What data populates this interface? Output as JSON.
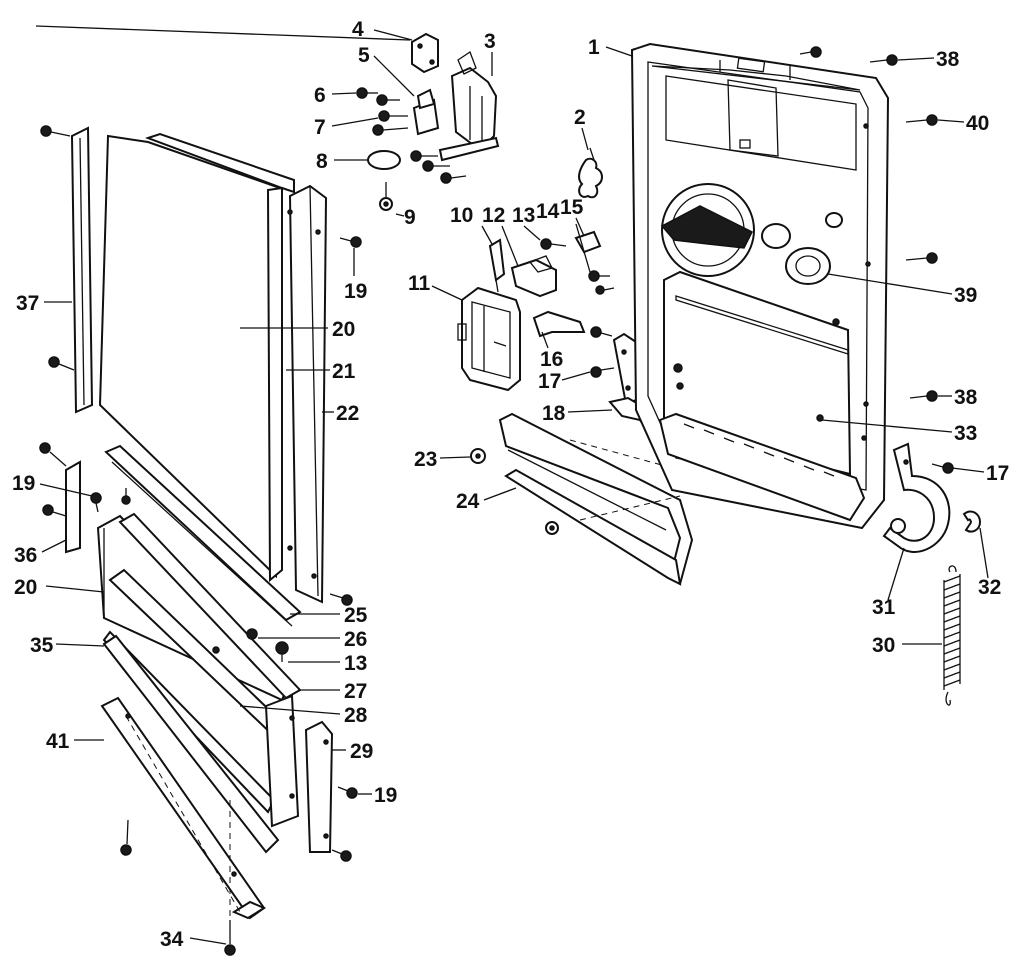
{
  "callouts": [
    {
      "key": "c1",
      "text": "1"
    },
    {
      "key": "c2",
      "text": "2"
    },
    {
      "key": "c3",
      "text": "3"
    },
    {
      "key": "c4",
      "text": "4"
    },
    {
      "key": "c5",
      "text": "5"
    },
    {
      "key": "c6",
      "text": "6"
    },
    {
      "key": "c7",
      "text": "7"
    },
    {
      "key": "c8",
      "text": "8"
    },
    {
      "key": "c9",
      "text": "9"
    },
    {
      "key": "c10",
      "text": "10"
    },
    {
      "key": "c11",
      "text": "11"
    },
    {
      "key": "c12",
      "text": "12"
    },
    {
      "key": "c13a",
      "text": "13"
    },
    {
      "key": "c14",
      "text": "14"
    },
    {
      "key": "c15",
      "text": "15"
    },
    {
      "key": "c16",
      "text": "16"
    },
    {
      "key": "c17a",
      "text": "17"
    },
    {
      "key": "c17b",
      "text": "17"
    },
    {
      "key": "c18",
      "text": "18"
    },
    {
      "key": "c19a",
      "text": "19"
    },
    {
      "key": "c19b",
      "text": "19"
    },
    {
      "key": "c19c",
      "text": "19"
    },
    {
      "key": "c20a",
      "text": "20"
    },
    {
      "key": "c20b",
      "text": "20"
    },
    {
      "key": "c21",
      "text": "21"
    },
    {
      "key": "c22",
      "text": "22"
    },
    {
      "key": "c23",
      "text": "23"
    },
    {
      "key": "c24",
      "text": "24"
    },
    {
      "key": "c25",
      "text": "25"
    },
    {
      "key": "c26",
      "text": "26"
    },
    {
      "key": "c13b",
      "text": "13"
    },
    {
      "key": "c27",
      "text": "27"
    },
    {
      "key": "c28",
      "text": "28"
    },
    {
      "key": "c29",
      "text": "29"
    },
    {
      "key": "c30",
      "text": "30"
    },
    {
      "key": "c31",
      "text": "31"
    },
    {
      "key": "c32",
      "text": "32"
    },
    {
      "key": "c33",
      "text": "33"
    },
    {
      "key": "c34",
      "text": "34"
    },
    {
      "key": "c35",
      "text": "35"
    },
    {
      "key": "c36",
      "text": "36"
    },
    {
      "key": "c37",
      "text": "37"
    },
    {
      "key": "c38a",
      "text": "38"
    },
    {
      "key": "c38b",
      "text": "38"
    },
    {
      "key": "c39",
      "text": "39"
    },
    {
      "key": "c40",
      "text": "40"
    },
    {
      "key": "c41",
      "text": "41"
    }
  ]
}
